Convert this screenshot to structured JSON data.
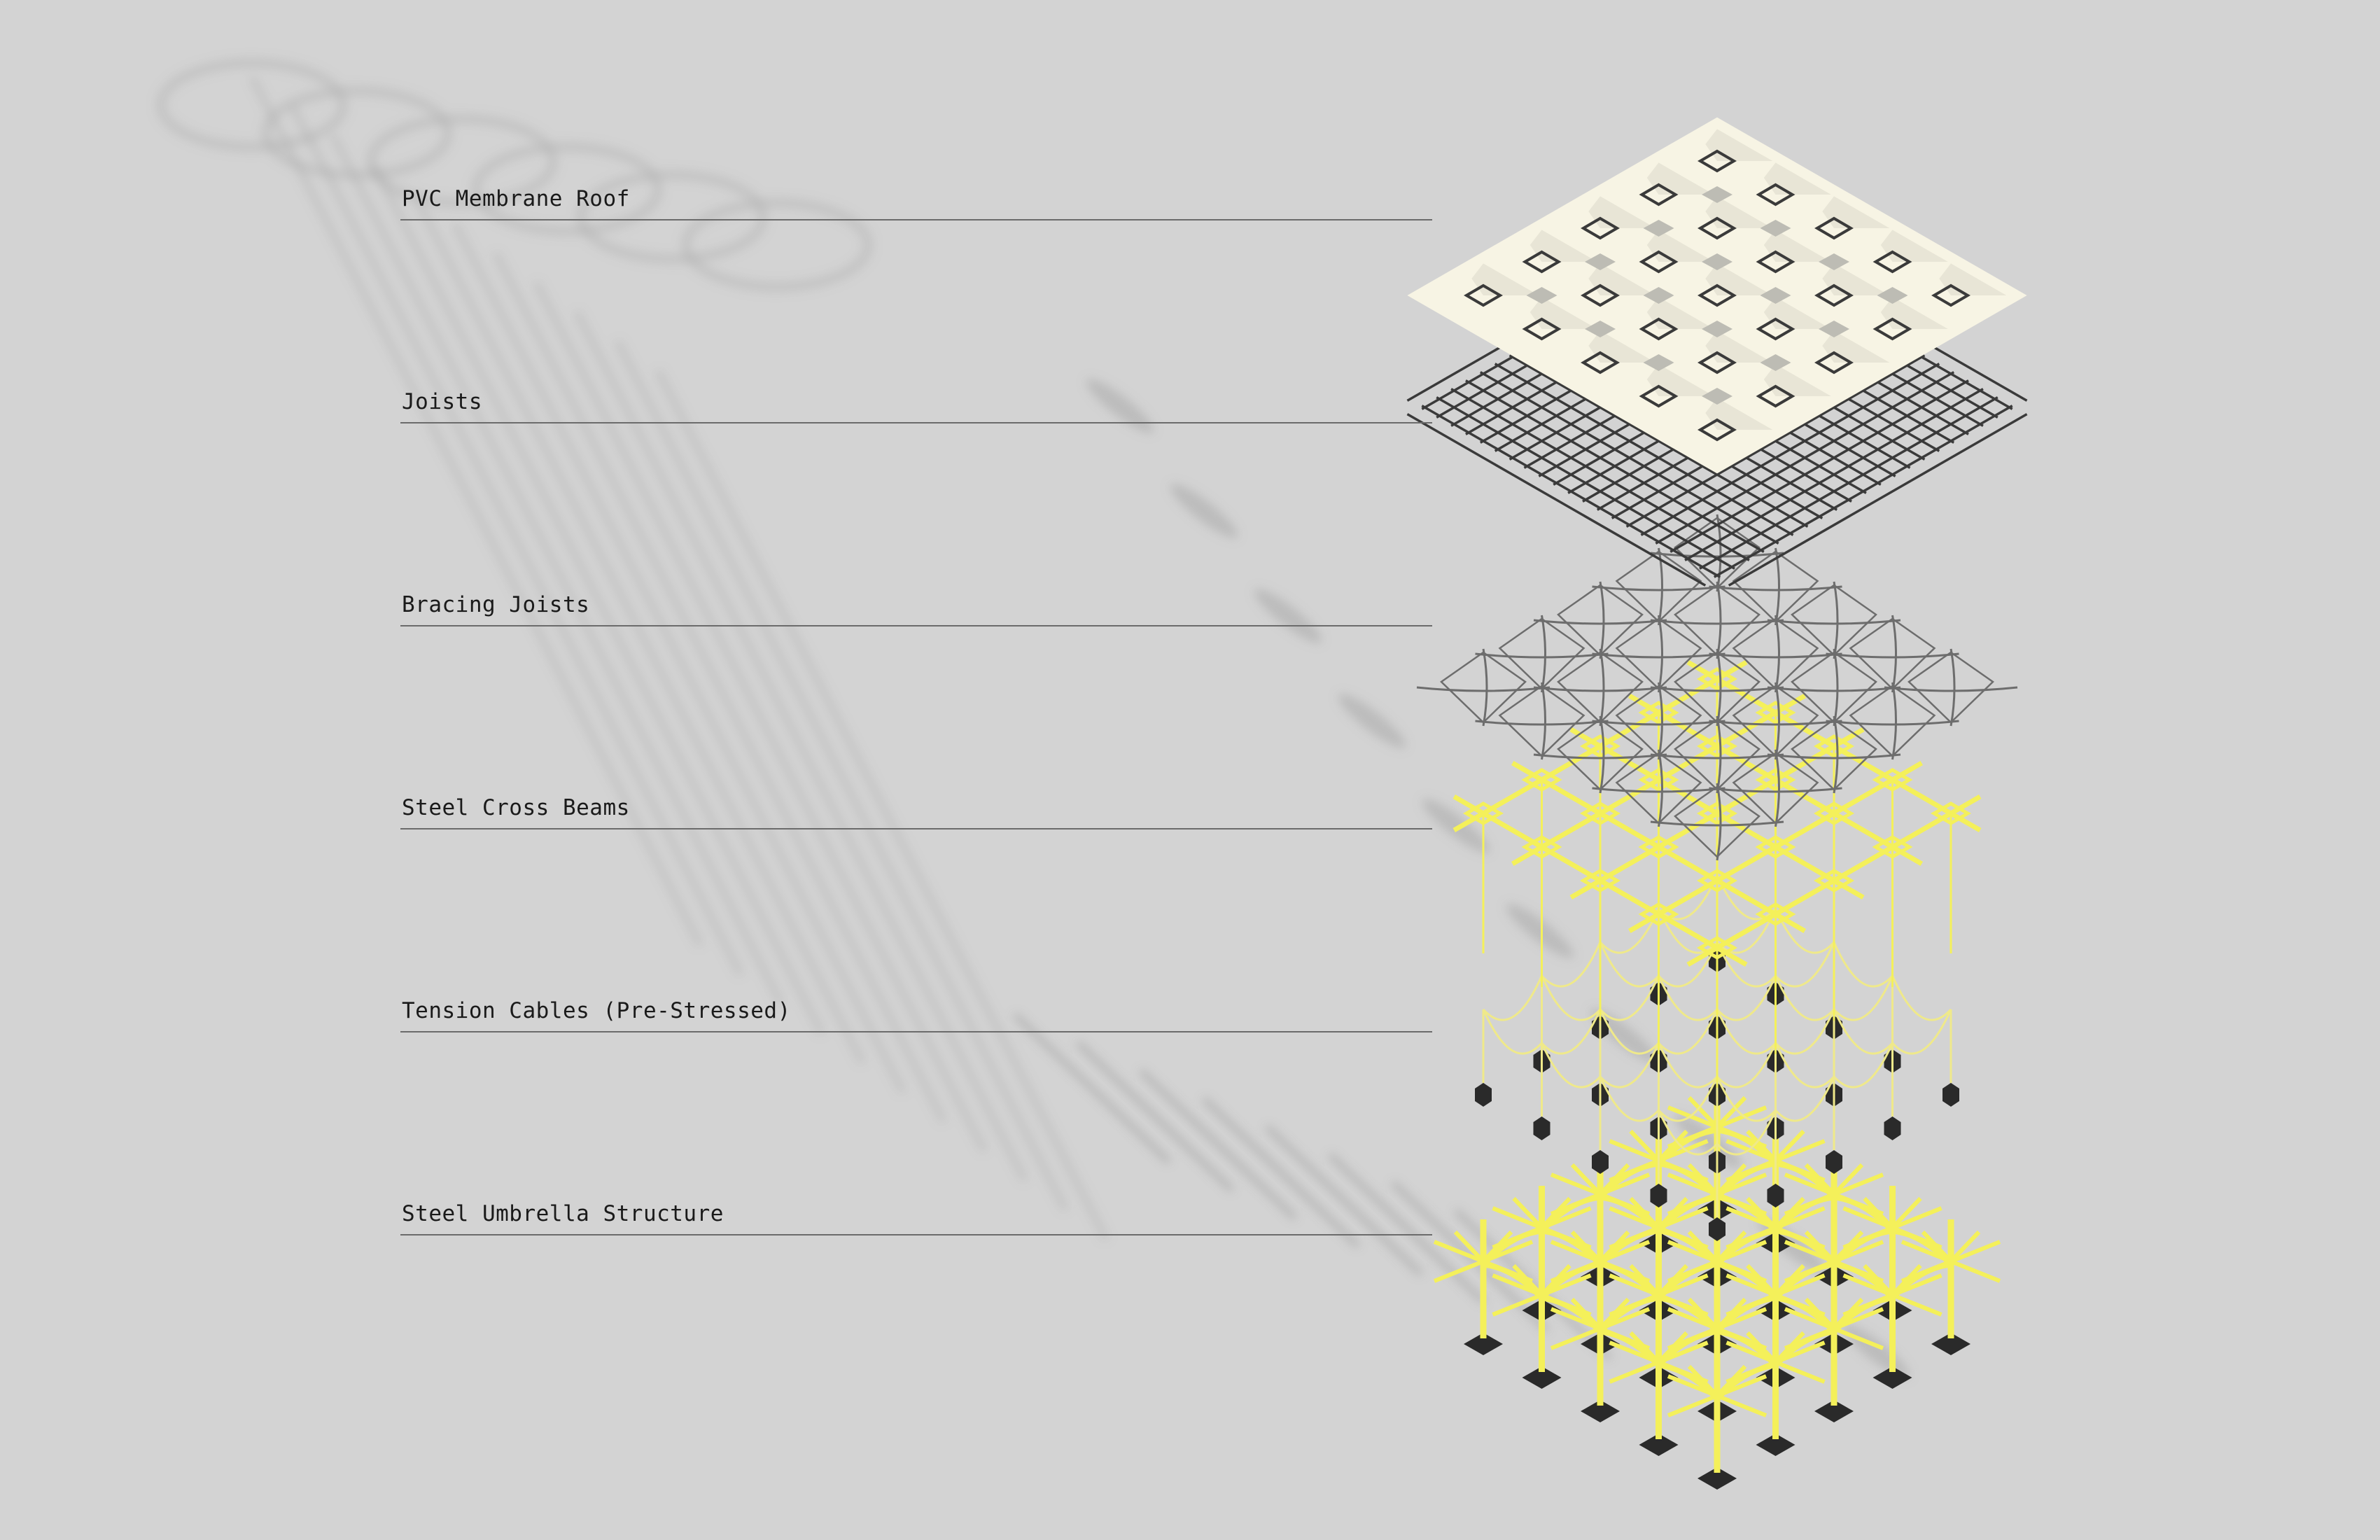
{
  "diagram": {
    "layers": [
      {
        "key": "membrane",
        "label": "PVC Membrane Roof"
      },
      {
        "key": "joists",
        "label": "Joists"
      },
      {
        "key": "bracing",
        "label": "Bracing Joists"
      },
      {
        "key": "beams",
        "label": "Steel Cross Beams"
      },
      {
        "key": "cables",
        "label": "Tension Cables (Pre-Stressed)"
      },
      {
        "key": "umbrella",
        "label": "Steel Umbrella Structure"
      }
    ],
    "colors": {
      "background": "#d3d3d3",
      "membrane": "#f7f4e4",
      "membrane_shade": "#e4e1d2",
      "joist": "#3a3a3a",
      "bracing": "#6d6d6d",
      "steel": "#f4f05a",
      "cable": "#efe98a",
      "footing": "#2a2a2a",
      "shadow": "#a9a9a9",
      "leader": "#6b6b6b"
    },
    "grid": {
      "modules": 5
    }
  }
}
